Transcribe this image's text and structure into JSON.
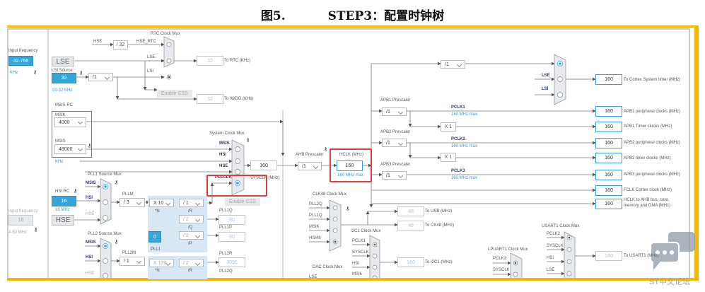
{
  "title": {
    "figure": "图5.",
    "text": "STEP3：配置时钟树"
  },
  "lse": {
    "input_frequency_label": "Input frequency",
    "value": "32.768",
    "unit": "KHz",
    "label": "LSE"
  },
  "lsi": {
    "source_label": "LSI Source",
    "value": "32",
    "range": "31-32 KHz",
    "divider": "/1"
  },
  "rtc": {
    "mux_label": "RTC Clock Mux",
    "hse": "HSE",
    "hse_divider": "/ 32",
    "hse_rtc": "HSE_RTC",
    "lse": "LSE",
    "lsi": "LSI",
    "rtc_value": "32",
    "rtc_label": "To RTC (KHz)",
    "enable_css": "Enable CSS",
    "iwdg_value": "32",
    "iwdg_label": "To IWDG (KHz)"
  },
  "msis_rc": {
    "title": "MSIS RC",
    "msik_label": "MSIK",
    "msik_value": "4000",
    "msis_label": "MSIS",
    "msis_value": "48000",
    "unit": "KHz"
  },
  "sysclk": {
    "mux_label": "System Clock Mux",
    "inputs": [
      "MSIS",
      "HSI",
      "HSE",
      "PLLCLK"
    ],
    "selected": "PLLCLK",
    "value": "160",
    "label": "SYSCLK (MHz)",
    "enable_css": "Enable CSS"
  },
  "ahb": {
    "prescaler_label": "AHB Prescaler",
    "prescaler": "/1",
    "hclk_label": "HCLK (MHz)",
    "hclk_value": "160",
    "hclk_max": "160 MHz max"
  },
  "systick": {
    "divider": "/1",
    "lse": "LSE",
    "lsi": "LSI",
    "value": "160",
    "label": "To Cortex System timer (MHz)"
  },
  "apb": [
    {
      "prescaler_label": "APB1 Prescaler",
      "prescaler": "/1",
      "pclk": "PCLK1",
      "max": "160 MHz max",
      "periph_value": "160",
      "periph_label": "APB1 peripheral clocks (MHz)",
      "timer_mult": "X 1",
      "timer_value": "160",
      "timer_label": "APB1 Timer clocks (MHz)"
    },
    {
      "prescaler_label": "APB2 Prescaler",
      "prescaler": "/1",
      "pclk": "PCLK2",
      "max": "160 MHz max",
      "periph_value": "160",
      "periph_label": "APB2 peripheral clocks (MHz)",
      "timer_mult": "X 1",
      "timer_value": "160",
      "timer_label": "APB2 timer clocks (MHz)"
    },
    {
      "prescaler_label": "APB3 Prescaler",
      "prescaler": "/1",
      "pclk": "PCLK3",
      "max": "160 MHz max",
      "periph_value": "160",
      "periph_label": "APB3 peripheral clocks (MHz)"
    }
  ],
  "fclk": {
    "value": "160",
    "label": "FCLK Cortex clock (MHz)"
  },
  "hclk_ahb": {
    "value": "160",
    "label_line1": "HCLK to AHB bus, core,",
    "label_line2": "memory and DMA (MHz)"
  },
  "hsi_rc": {
    "label": "HSI RC",
    "value": "16",
    "unit": "16 MHz"
  },
  "hse": {
    "label": "HSE",
    "input_frequency_label": "Input frequency",
    "value": "16",
    "range": "4-50 MHz"
  },
  "pll1": {
    "source_mux_label": "PLL1 Source Mux",
    "inputs": [
      "MSIS",
      "HSI",
      "HSE"
    ],
    "m_label": "PLLM",
    "m": "/ 3",
    "n": "X 10",
    "n_label": "*N",
    "r": "/ 1",
    "r_label": "/R",
    "q": "/ 2",
    "q_label": "/Q",
    "p": "/ 2",
    "p_label": "/P",
    "fracn": "0",
    "name": "PLL1",
    "q_out_label": "PLL1Q",
    "q_out": "80",
    "p_out_label": "PLL1P",
    "p_out": "80"
  },
  "pll2": {
    "source_mux_label": "PLL2 Source Mux",
    "inputs": [
      "MSIS",
      "HSI",
      "HSE"
    ],
    "m_label": "PLL2M",
    "m": "/ 1",
    "n": "X 129",
    "n_label": "*N",
    "r": "/ 2",
    "r_label": "/R",
    "r_out_label": "PLL2R",
    "r_out": "3096",
    "q_out_label": "PLL2Q"
  },
  "clk48": {
    "mux_label": "CLK48 Clock Mux",
    "inputs": [
      "PLL2Q",
      "PLL1Q",
      "MSIK",
      "HSI48"
    ],
    "usb_value": "48",
    "usb_label": "To USB (MHz)",
    "ck48_value": "48",
    "ck48_label": "To CK48 (MHz)"
  },
  "i2c1": {
    "mux_label": "I2C1 Clock Mux",
    "inputs": [
      "PCLK1",
      "SYSCLK",
      "HSI",
      "MSIk"
    ],
    "value": "160",
    "label": "To I2C1 (MHz)"
  },
  "dac": {
    "mux_label": "DAC Clock Mux",
    "inputs": [
      "LSE"
    ]
  },
  "lpuart1": {
    "mux_label": "LPUART1 Clock Mux",
    "inputs": [
      "PCLK3",
      "SYSCLK"
    ]
  },
  "usart1": {
    "mux_label": "USART1 Clock Mux",
    "inputs": [
      "PCLK2",
      "SYSCLK",
      "HSI",
      "LSE"
    ],
    "value": "160",
    "label": "To USART1 (MHz)"
  },
  "watermark": {
    "text": "ST中文论坛"
  },
  "colors": {
    "frame": "#f5b800",
    "accent": "#36a5da",
    "highlight": "#e23b3b"
  }
}
